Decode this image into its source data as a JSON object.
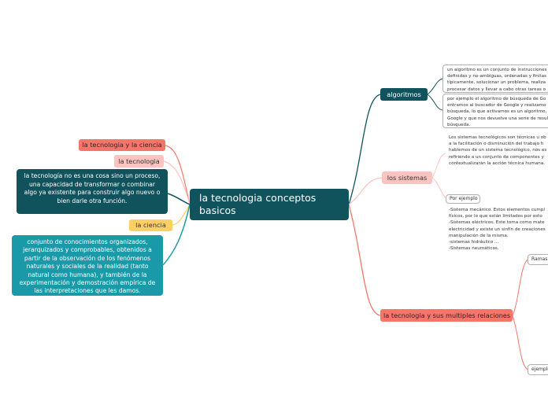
{
  "central": {
    "title": "la tecnologia conceptos basicos"
  },
  "left": {
    "tech_science": "la tecnologia y la ciencia",
    "tech": "la tecnologia",
    "tech_def": "la tecnología no es una cosa sino un proceso, una capacidad de transformar o combinar algo ya existente para construir algo nuevo o bien darle otra función.",
    "science": "la ciencia",
    "science_def": "conjunto de conocimientos organizados, jerarquizados y comprobables, obtenidos a partir de la observación de los fenómenos naturales y sociales de la realidad (tanto natural como humana), y también de la experimentación y demostración empírica de las interpretaciones que les damos."
  },
  "right": {
    "algorithms": {
      "label": "algoritmos",
      "def_lines": [
        "un algoritmo es un conjunto de instrucciones o",
        "definidas y no-ambiguas, ordenadas y finitas",
        "típicamente, solucionar un problema, realiza",
        "procesar datos y llevar a cabo otras tareas o"
      ],
      "example_lines": [
        "por ejemplo el algoritmo de búsqueda de Go",
        "entramos al buscador de Google y realizamo",
        "búsqueda, lo que activamos es un algoritmo,",
        "Google y que nos devuelve una serie de resul",
        "búsqueda."
      ]
    },
    "systems": {
      "label": "los sistemas",
      "def_lines": [
        "Los sistemas tecnológicos son técnicas u ob",
        "a la facilitación o disminución del trabajo h",
        "hablemos de un sistema tecnológico, nos es",
        "refiriendo a un conjunto de componentes y",
        "contextualizarán la acción técnica humana."
      ],
      "example_label": "Por ejemplo",
      "example_lines": [
        "-Sistema mecánico. Estos elementos cumpl",
        "físicos, por lo que están limitados por esto",
        "-Sistemas eléctricos. Este toma como mate",
        "electricidad y existe un sinfín de creaciones",
        "manipulación de la misma.",
        "-sistemas hidráulico ...",
        "-Sistemas neumáticos."
      ]
    },
    "relations": {
      "label": "la tecnologia y sus multiples relaciones",
      "branch1": "Ramas",
      "branch2": "ejemplo"
    }
  },
  "colors": {
    "center": "#10535c",
    "teal_dark": "#10535c",
    "teal": "#1a9aa8",
    "salmon": "#f4766a",
    "pink": "#fcc4c0",
    "yellow": "#ffcf66"
  }
}
